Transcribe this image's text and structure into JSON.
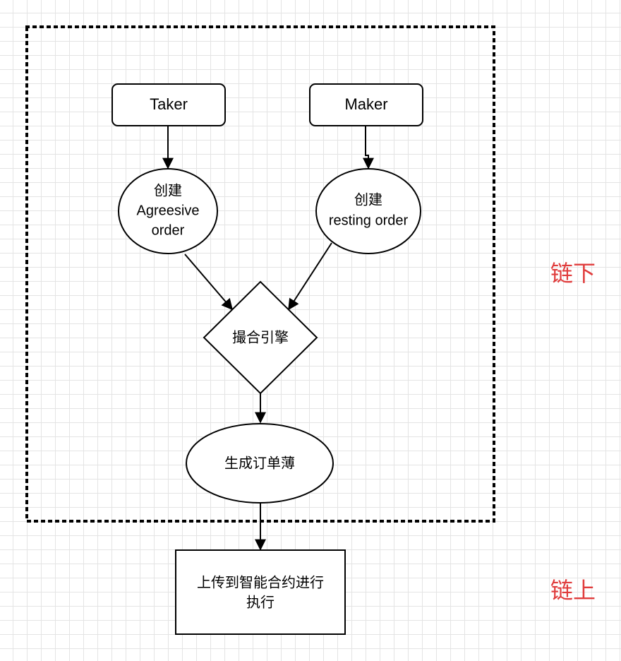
{
  "diagram": {
    "nodes": {
      "taker": {
        "label": "Taker"
      },
      "maker": {
        "label": "Maker"
      },
      "create_aggressive": {
        "lines": [
          "创建",
          "Agreesive",
          "order"
        ]
      },
      "create_resting": {
        "lines": [
          "创建",
          "resting order"
        ]
      },
      "matching_engine": {
        "label": "撮合引擎"
      },
      "orderbook": {
        "label": "生成订单薄"
      },
      "upload": {
        "lines": [
          "上传到智能合约进行",
          "执行"
        ]
      }
    },
    "zones": {
      "offchain": {
        "label": "链下"
      },
      "onchain": {
        "label": "链上"
      }
    },
    "edges": [
      {
        "from": "Taker",
        "to": "创建 Agreesive order"
      },
      {
        "from": "Maker",
        "to": "创建 resting order"
      },
      {
        "from": "创建 Agreesive order",
        "to": "撮合引擎"
      },
      {
        "from": "创建 resting order",
        "to": "撮合引擎"
      },
      {
        "from": "撮合引擎",
        "to": "生成订单薄"
      },
      {
        "from": "生成订单薄",
        "to": "上传到智能合约进行执行"
      }
    ]
  },
  "colors": {
    "zone_label": "#e03c3c",
    "stroke": "#000000",
    "grid": "#e4e4e4",
    "fill": "#ffffff"
  }
}
